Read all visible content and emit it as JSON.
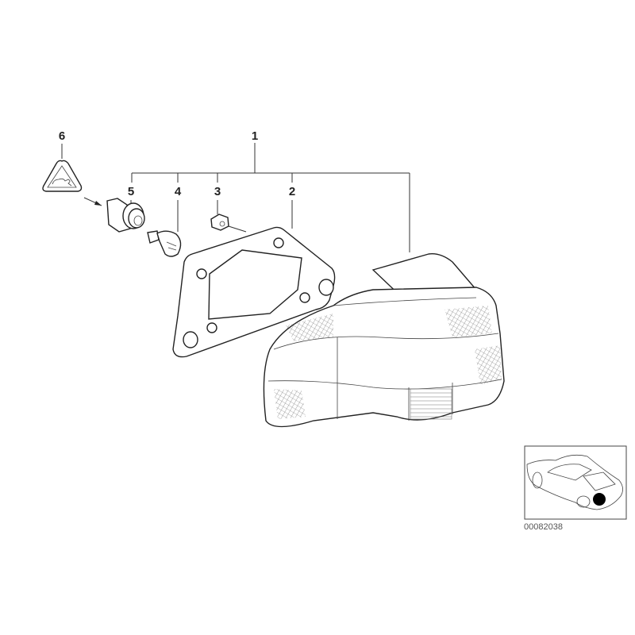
{
  "diagram": {
    "callouts": [
      {
        "number": "1",
        "part": "tail-light-assembly"
      },
      {
        "number": "2",
        "part": "gasket"
      },
      {
        "number": "3",
        "part": "nut"
      },
      {
        "number": "4",
        "part": "bulb"
      },
      {
        "number": "5",
        "part": "bulb-socket"
      },
      {
        "number": "6",
        "part": "warning-triangle-symbol"
      }
    ],
    "inset": {
      "highlight_location": "rear-left-tail-light",
      "image_code": "00082038"
    }
  },
  "colors": {
    "lines": "#222222",
    "background": "#ffffff",
    "highlight": "#000000"
  }
}
